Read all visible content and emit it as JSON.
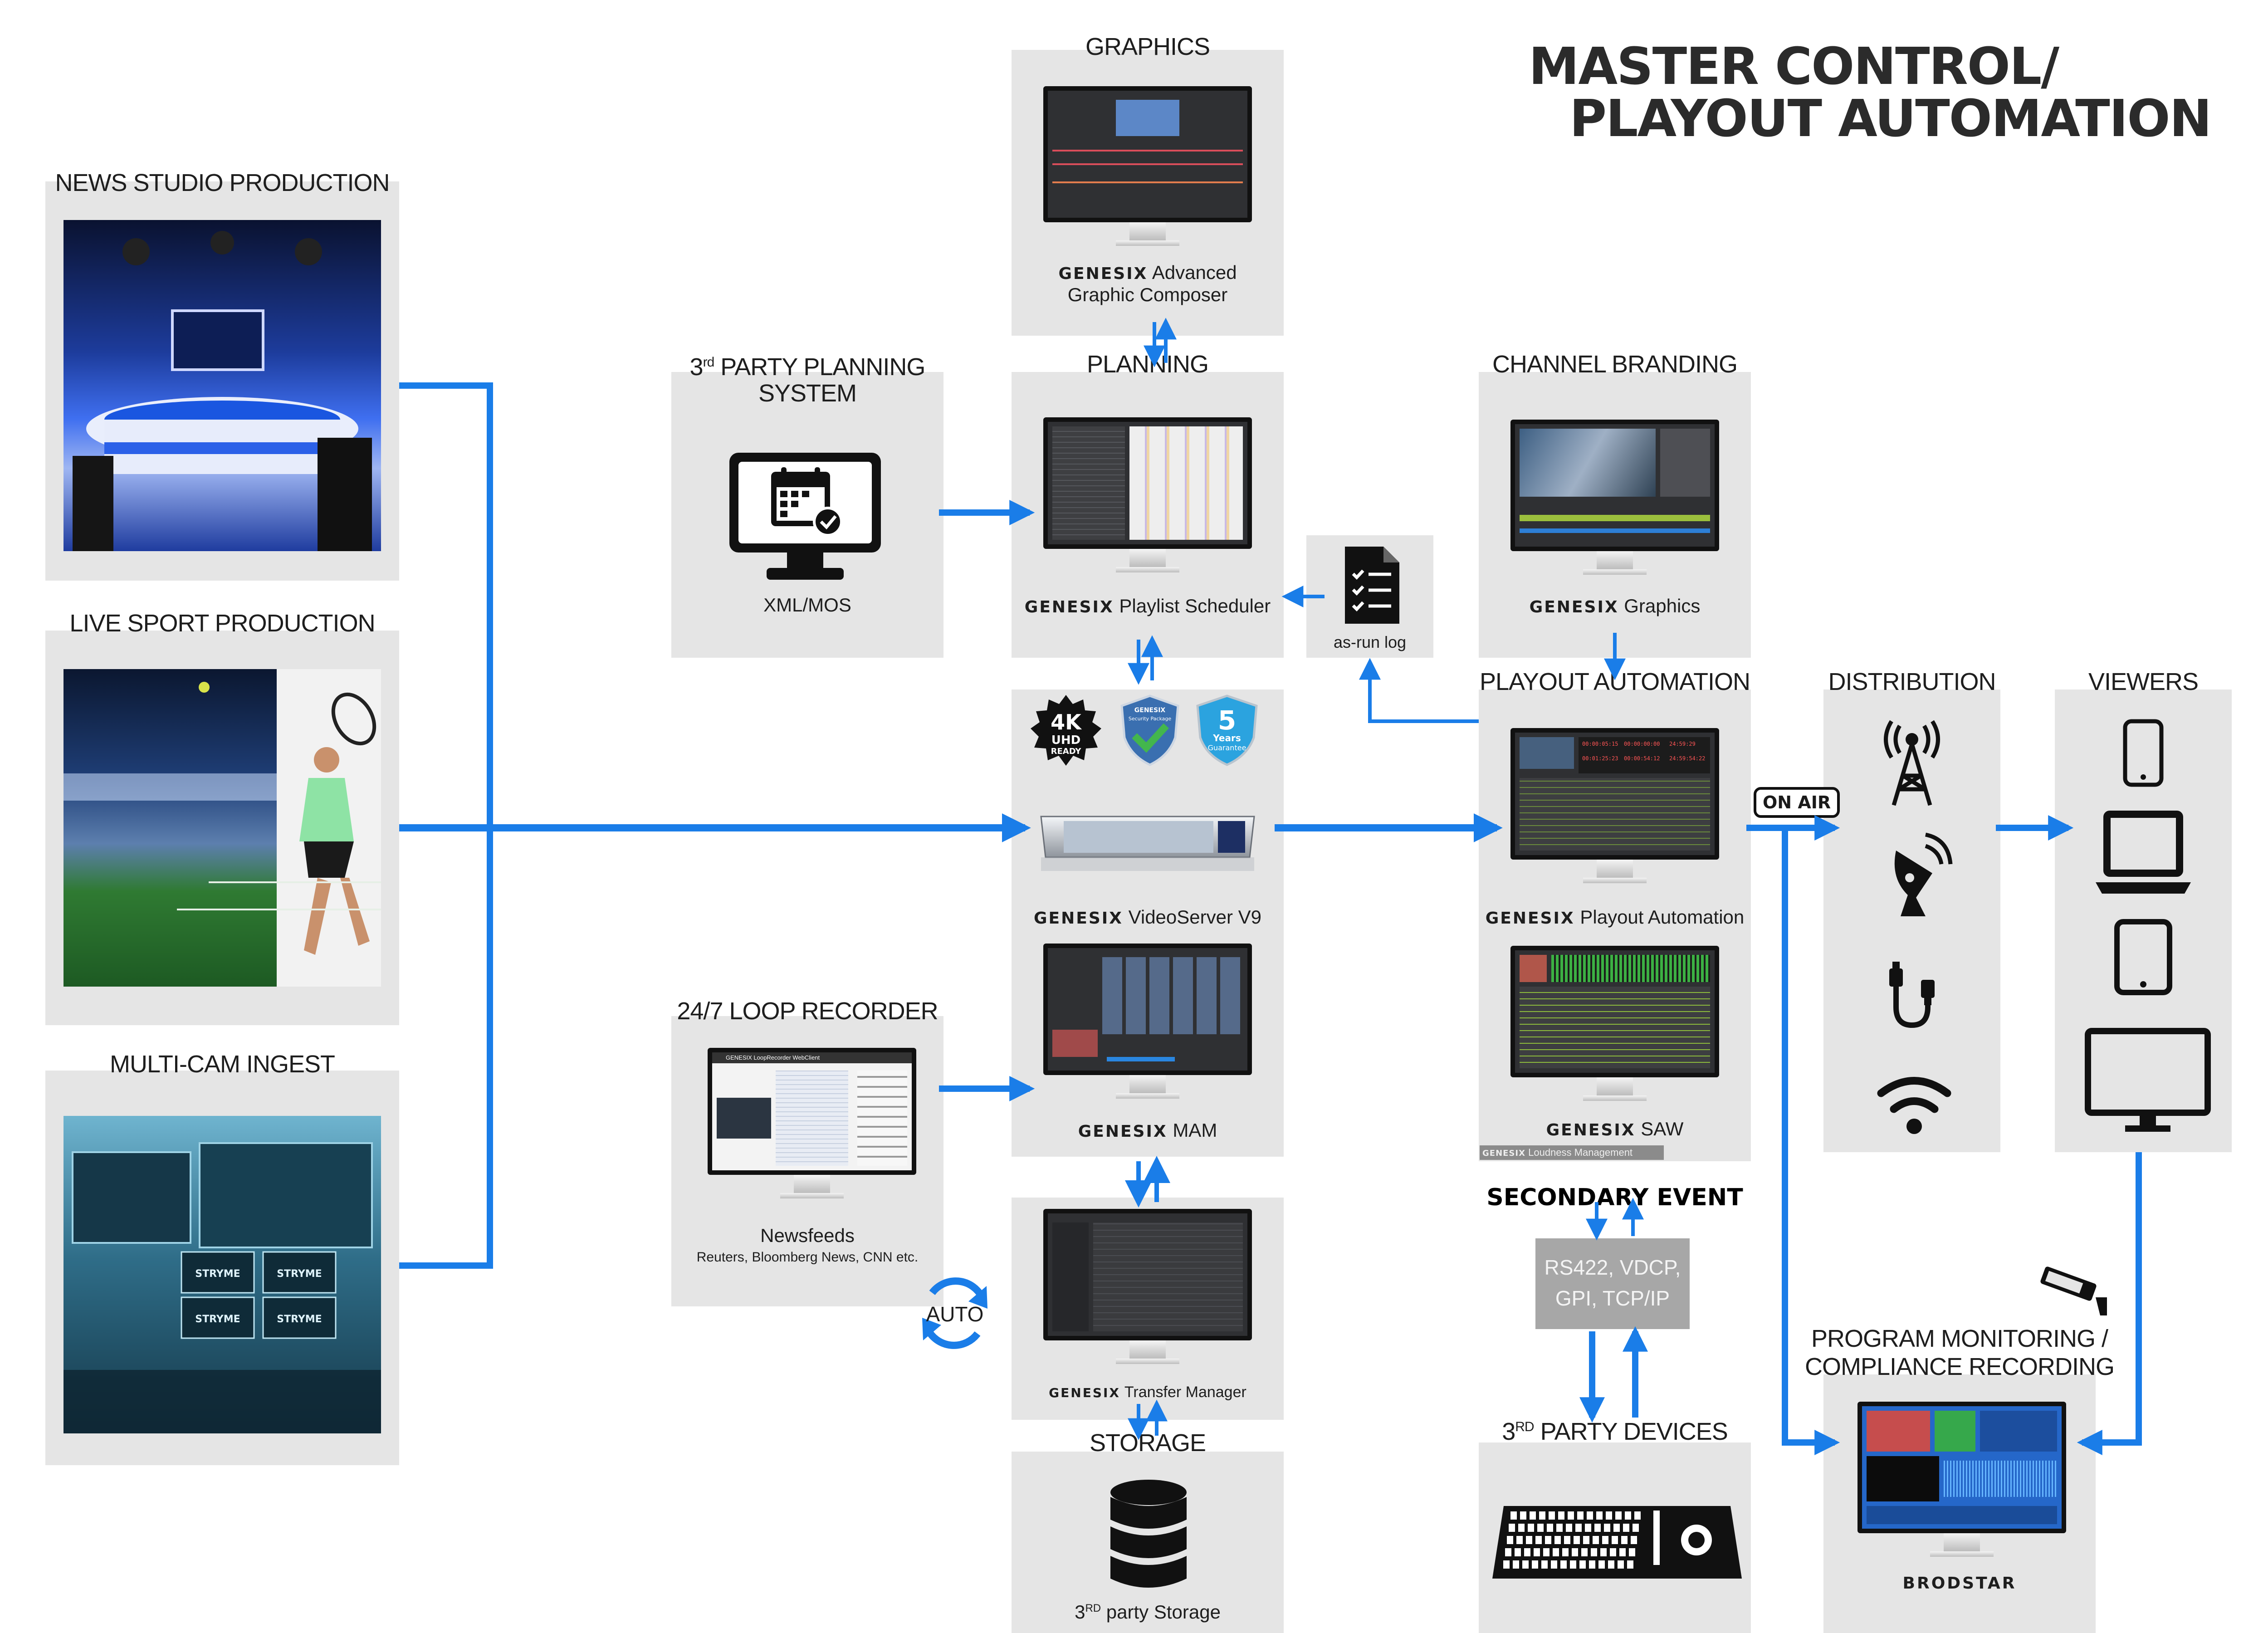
{
  "title": {
    "line1": "MASTER CONTROL/",
    "line2": "PLAYOUT AUTOMATION"
  },
  "sources": {
    "news": "NEWS STUDIO PRODUCTION",
    "sport": "LIVE SPORT PRODUCTION",
    "ingest": "MULTI-CAM INGEST"
  },
  "graphics": {
    "label": "GRAPHICS",
    "brand": "GENESIX",
    "cap1": "Advanced",
    "cap2": "Graphic Composer"
  },
  "third_party_planning": {
    "label_pre": "3",
    "label_sup": "rd",
    "label_line1": " PARTY PLANNING",
    "label_line2": "SYSTEM",
    "caption": "XML/MOS"
  },
  "planning": {
    "label": "PLANNING",
    "brand": "GENESIX",
    "caption": "Playlist Scheduler"
  },
  "asrun": {
    "caption": "as-run log"
  },
  "channel_branding": {
    "label": "CHANNEL BRANDING",
    "brand": "GENESIX",
    "caption": "Graphics"
  },
  "videoserver": {
    "brand": "GENESIX",
    "caption": "VideoServer V9",
    "badge_4k": "4K",
    "badge_uhd": "UHD",
    "badge_ready": "READY",
    "badge_sec_1": "GENESIX",
    "badge_sec_2": "Security Package",
    "badge_years_num": "5",
    "badge_years_1": "Years",
    "badge_years_2": "Guarantee"
  },
  "mam": {
    "brand": "GENESIX",
    "caption": "MAM"
  },
  "transfer": {
    "brand": "GENESIX",
    "caption": "Transfer Manager"
  },
  "storage": {
    "label": "STORAGE",
    "cap_pre": "3",
    "cap_sup": "RD",
    "cap_post": " party Storage"
  },
  "loop_recorder": {
    "label": "24/7 LOOP RECORDER",
    "caption": "Newsfeeds",
    "subcaption": "Reuters, Bloomberg News, CNN etc.",
    "auto": "AUTO",
    "window_title": "GENESIX LoopRecorder WebClient"
  },
  "playout": {
    "label": "PLAYOUT AUTOMATION",
    "brand": "GENESIX",
    "caption": "Playout Automation",
    "saw_brand": "GENESIX",
    "saw_caption": "SAW",
    "loudness_brand": "GENESIX",
    "loudness_caption": "Loudness Management",
    "timecodes": [
      "00:00:05:15",
      "00:00:00:00",
      "24:59:29",
      "00:01:25:23",
      "00:00:54:12",
      "24:59:54:22"
    ]
  },
  "onair": "ON AIR",
  "secondary_event": "SECONDARY EVENT",
  "protocols": {
    "line1": "RS422, VDCP,",
    "line2": "GPI, TCP/IP"
  },
  "third_party_devices": {
    "pre": "3",
    "sup": "RD",
    "post": " PARTY DEVICES"
  },
  "distribution": {
    "label": "DISTRIBUTION",
    "icons": [
      "antenna-tower-icon",
      "satellite-dish-icon",
      "cable-icon",
      "wifi-icon"
    ]
  },
  "viewers": {
    "label": "VIEWERS",
    "icons": [
      "smartphone-icon",
      "laptop-icon",
      "tablet-icon",
      "desktop-monitor-icon"
    ]
  },
  "monitoring": {
    "line1": "PROGRAM MONITORING /",
    "line2": "COMPLIANCE RECORDING",
    "caption": "BRODSTAR"
  },
  "colors": {
    "arrow": "#1a7de8",
    "box": "#e5e5e5",
    "screen": "#2f3033",
    "greybox": "#a7a7a7"
  },
  "stryme_labels": [
    "STRYME",
    "STRYME",
    "STRYME",
    "STRYME"
  ]
}
